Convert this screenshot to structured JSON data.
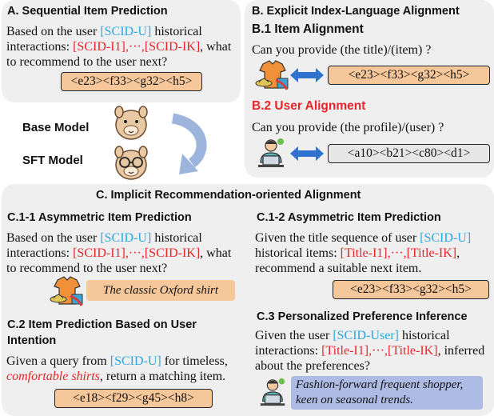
{
  "panel_a": {
    "title": "A. Sequential Item Prediction",
    "text": {
      "p1": "Based on the user ",
      "scid_u": "[SCID-U]",
      "p2": " historical interactions: ",
      "items": "[SCID-I1],···,[SCID-IK]",
      "p3": ", what to recommend to the user next?"
    },
    "token": "<e23><f33><g32><h5>",
    "base_model": "Base Model",
    "sft_model": "SFT Model"
  },
  "panel_b": {
    "title": "B. Explicit Index-Language Alignment",
    "b1_title": "B.1 Item Alignment",
    "b1_text": "Can you provide (the title)/(item) ?",
    "b1_token": "<e23><f33><g32><h5>",
    "b2_title": "B.2 User Alignment",
    "b2_text": "Can you provide (the profile)/(user) ?",
    "b2_token": "<a10><b21><c80><d1>"
  },
  "panel_c": {
    "title": "C. Implicit Recommendation-oriented Alignment",
    "c11": {
      "title": "C.1-1 Asymmetric Item Prediction",
      "p1": "Based on the user ",
      "scid_u": "[SCID-U]",
      "p2": " historical interactions: ",
      "items": "[SCID-I1],···,[SCID-IK]",
      "p3": ", what to recommend to the user next?",
      "output": "The classic Oxford shirt"
    },
    "c12": {
      "title": "C.1-2 Asymmetric Item Prediction",
      "p1": "Given the title sequence of user ",
      "scid_u": "[SCID-U]",
      "p2": " historical items: ",
      "items": "[Title-I1],···,[Title-IK]",
      "p3": ", recommend a suitable next item.",
      "token": "<e23><f33><g32><h5>"
    },
    "c2": {
      "title_line1": "C.2 Item Prediction Based on User",
      "title_line2": "Intention",
      "p1": "Given a query from ",
      "scid_u": "[SCID-U]",
      "p2": " for timeless, ",
      "query": "comfortable shirts",
      "p3": ", return a matching item.",
      "token": "<e18><f29><g45><h8>"
    },
    "c3": {
      "title": "C.3 Personalized Preference Inference",
      "p1": "Given the user  ",
      "scid_user": "[SCID-User]",
      "p2": " historical interactions: ",
      "items": "[Title-I1],···,[Title-IK]",
      "p3": ", inferred about the preferences?",
      "output": "Fashion-forward frequent shopper, keen on seasonal trends."
    }
  },
  "colors": {
    "panel_bg": "#efefef",
    "cyan": "#2aa7e0",
    "red": "#e8242a",
    "token_orange": "#f6c79b",
    "token_grey": "#e7e7e7",
    "preference_blue": "#aebbe4",
    "arrow_blue": "#2f73cf"
  },
  "icons": [
    "alpaca-icon",
    "alpaca-glasses-icon",
    "curved-arrow-icon",
    "clothing-items-icon",
    "double-arrow-icon",
    "user-laptop-icon"
  ]
}
